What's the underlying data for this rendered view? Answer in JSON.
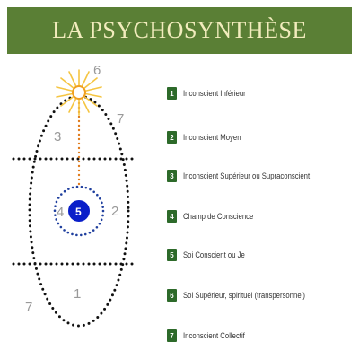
{
  "banner": {
    "title": "LA PSYCHOSYNTHÈSE",
    "bg_color": "#5a7f35",
    "text_color": "#f2ecbd"
  },
  "diagram": {
    "labels": [
      "1",
      "2",
      "3",
      "4",
      "5",
      "6",
      "7",
      "7"
    ],
    "center_color": "#0a1fc9",
    "sun_color": "#f5c542",
    "dot_color": "#111111",
    "inner_dot_color": "#1f3f9e",
    "link_color": "#e07b1c"
  },
  "legend": {
    "items": [
      {
        "num": "1",
        "label": "Inconscient Inférieur"
      },
      {
        "num": "2",
        "label": "Inconscient Moyen"
      },
      {
        "num": "3",
        "label": "Inconscient Supérieur ou Supraconscient"
      },
      {
        "num": "4",
        "label": "Champ de Conscience"
      },
      {
        "num": "5",
        "label": "Soi Conscient ou Je"
      },
      {
        "num": "6",
        "label": "Soi Supérieur, spirituel (transpersonnel)"
      },
      {
        "num": "7",
        "label": "Inconscient Collectif"
      }
    ],
    "badge_color": "#2d6a2a"
  }
}
